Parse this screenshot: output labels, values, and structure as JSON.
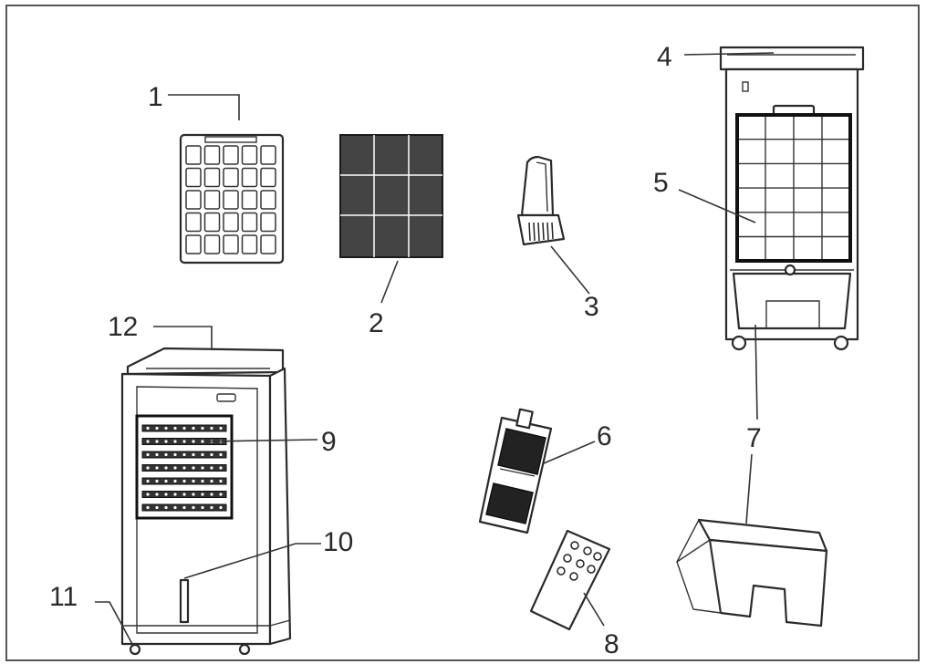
{
  "colors": {
    "line": "#2a2a2a",
    "background": "#ffffff",
    "frame": "#555555"
  },
  "parts": [
    {
      "id": "1"
    },
    {
      "id": "2"
    },
    {
      "id": "3"
    },
    {
      "id": "4"
    },
    {
      "id": "5"
    },
    {
      "id": "6"
    },
    {
      "id": "7"
    },
    {
      "id": "8"
    },
    {
      "id": "9"
    },
    {
      "id": "10"
    },
    {
      "id": "11"
    },
    {
      "id": "12"
    }
  ]
}
